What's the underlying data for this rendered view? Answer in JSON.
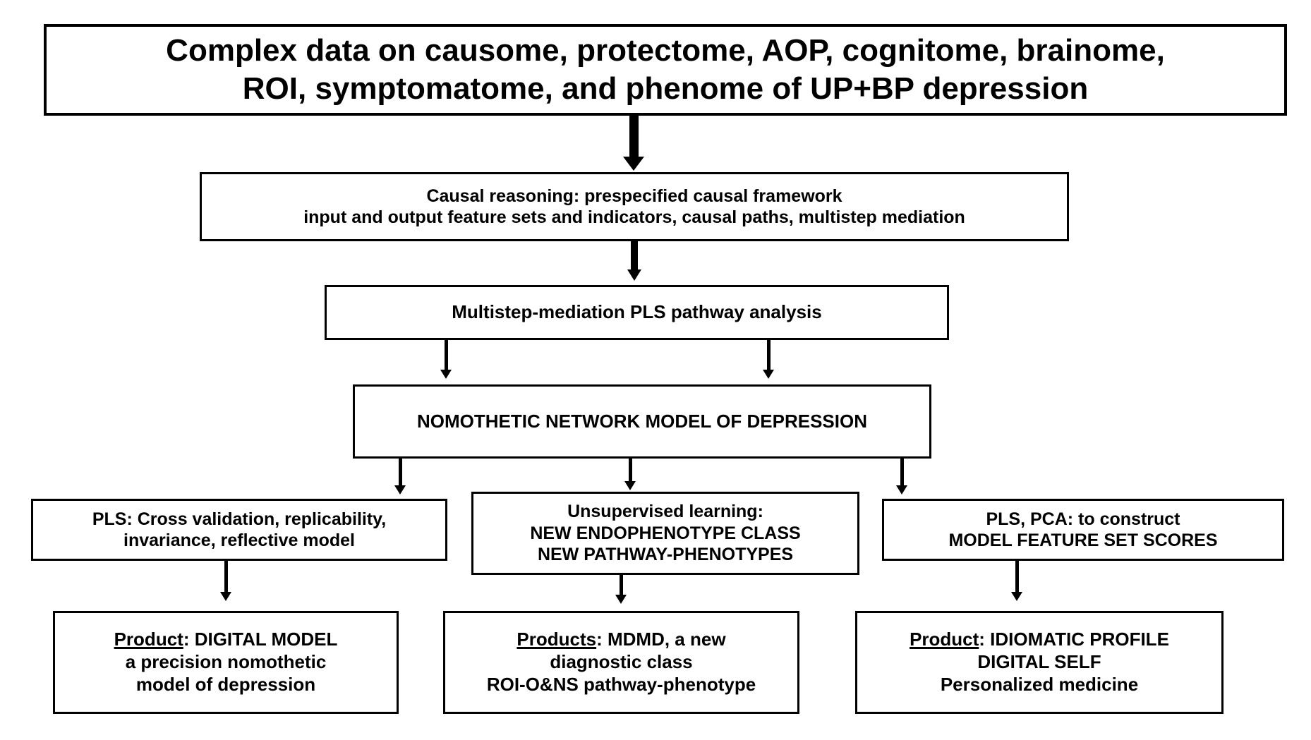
{
  "diagram": {
    "title_box": {
      "line1": "Complex data on causome, protectome, AOP, cognitome, brainome,",
      "line2": "ROI, symptomatome, and phenome of UP+BP depression"
    },
    "causal_box": {
      "line1": "Causal reasoning: prespecified causal framework",
      "line2": "input and output feature sets and indicators, causal paths, multistep mediation"
    },
    "pls_pathway_box": {
      "line1": "Multistep-mediation PLS pathway analysis"
    },
    "nomothetic_box": {
      "line1": "NOMOTHETIC NETWORK MODEL OF DEPRESSION"
    },
    "validation_box": {
      "line1": "PLS: Cross validation, replicability,",
      "line2": "invariance, reflective model"
    },
    "unsupervised_box": {
      "line1": "Unsupervised learning:",
      "line2": "NEW ENDOPHENOTYPE CLASS",
      "line3": "NEW PATHWAY-PHENOTYPES"
    },
    "pca_box": {
      "line1": "PLS, PCA: to construct",
      "line2": "MODEL FEATURE SET SCORES"
    },
    "product_digital_box": {
      "label": "Product",
      "line1_rest": ": DIGITAL MODEL",
      "line2": "a precision nomothetic",
      "line3": "model of depression"
    },
    "product_mdmd_box": {
      "label": "Products",
      "line1_rest": ": MDMD, a new",
      "line2": "diagnostic class",
      "line3": "ROI-O&NS pathway-phenotype"
    },
    "product_idiomatic_box": {
      "label": "Product",
      "line1_rest": ": IDIOMATIC PROFILE",
      "line2": "DIGITAL SELF",
      "line3": "Personalized medicine"
    },
    "colors": {
      "stroke": "#000000",
      "background": "#ffffff",
      "text": "#000000"
    }
  }
}
